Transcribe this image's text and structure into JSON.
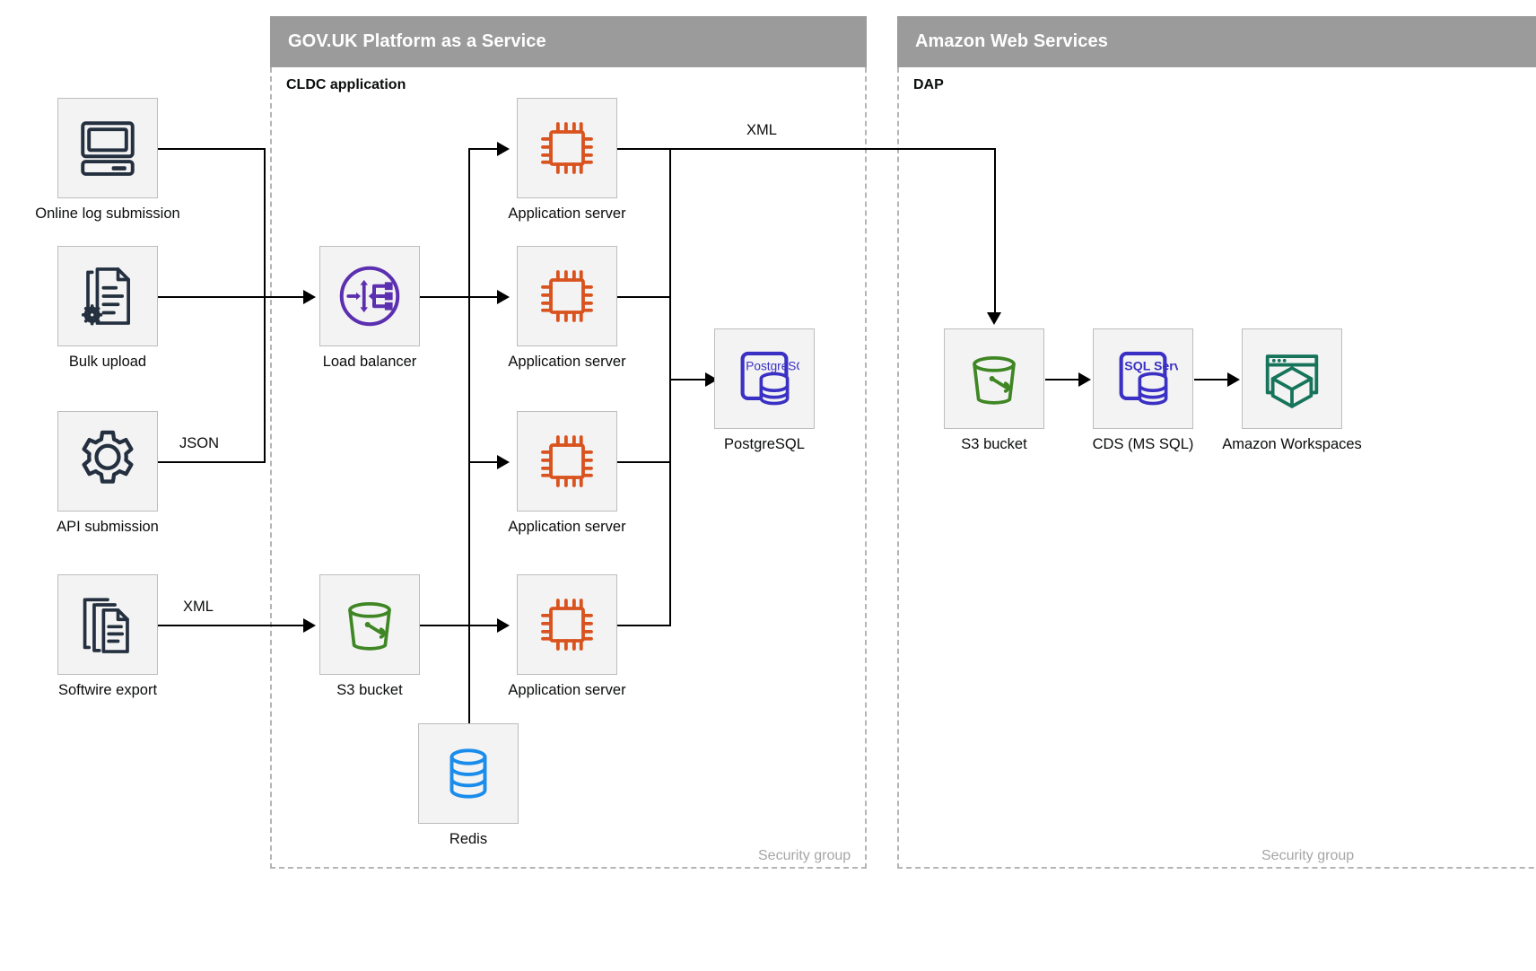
{
  "groups": [
    {
      "id": "paas",
      "title": "GOV.UK Platform as a Service",
      "sub_label": "CLDC application",
      "security_label": "Security group"
    },
    {
      "id": "aws",
      "title": "Amazon Web Services",
      "sub_label": "DAP",
      "security_label": "Security group"
    }
  ],
  "nodes": {
    "online_log": {
      "label": "Online log submission",
      "icon": "desktop-computer-icon"
    },
    "bulk_upload": {
      "label": "Bulk upload",
      "icon": "document-gear-icon"
    },
    "api_sub": {
      "label": "API submission",
      "icon": "gear-icon"
    },
    "softwire": {
      "label": "Softwire export",
      "icon": "document-stack-icon"
    },
    "load_balancer": {
      "label": "Load balancer",
      "icon": "load-balancer-icon"
    },
    "app_server_1": {
      "label": "Application server",
      "icon": "cpu-chip-icon"
    },
    "app_server_2": {
      "label": "Application server",
      "icon": "cpu-chip-icon"
    },
    "app_server_3": {
      "label": "Application server",
      "icon": "cpu-chip-icon"
    },
    "app_server_4": {
      "label": "Application server",
      "icon": "cpu-chip-icon"
    },
    "postgres": {
      "label": "PostgreSQL",
      "icon": "postgresql-icon",
      "badge": "PostgreSQL"
    },
    "s3_paas": {
      "label": "S3 bucket",
      "icon": "s3-bucket-icon"
    },
    "redis": {
      "label": "Redis",
      "icon": "redis-database-icon"
    },
    "s3_aws": {
      "label": "S3 bucket",
      "icon": "s3-bucket-icon"
    },
    "cds": {
      "label": "CDS (MS SQL)",
      "icon": "sql-server-icon",
      "badge": "SQL Server"
    },
    "workspaces": {
      "label": "Amazon Workspaces",
      "icon": "amazon-workspaces-icon"
    }
  },
  "edge_labels": {
    "json": "JSON",
    "xml_softwire": "XML",
    "xml_export": "XML"
  },
  "colors": {
    "header_band": "#9b9b9b",
    "tile_fill": "#f3f3f3",
    "tile_border": "#bdbdbd",
    "dashed_border": "#b5b5b5",
    "icon_dark": "#24303f",
    "icon_purple": "#5b2fb0",
    "icon_orange": "#d9531e",
    "icon_indigo": "#3a30c4",
    "icon_green": "#3f8624",
    "icon_blue": "#1a8cec",
    "icon_teal": "#16745a",
    "connector": "#000000"
  }
}
